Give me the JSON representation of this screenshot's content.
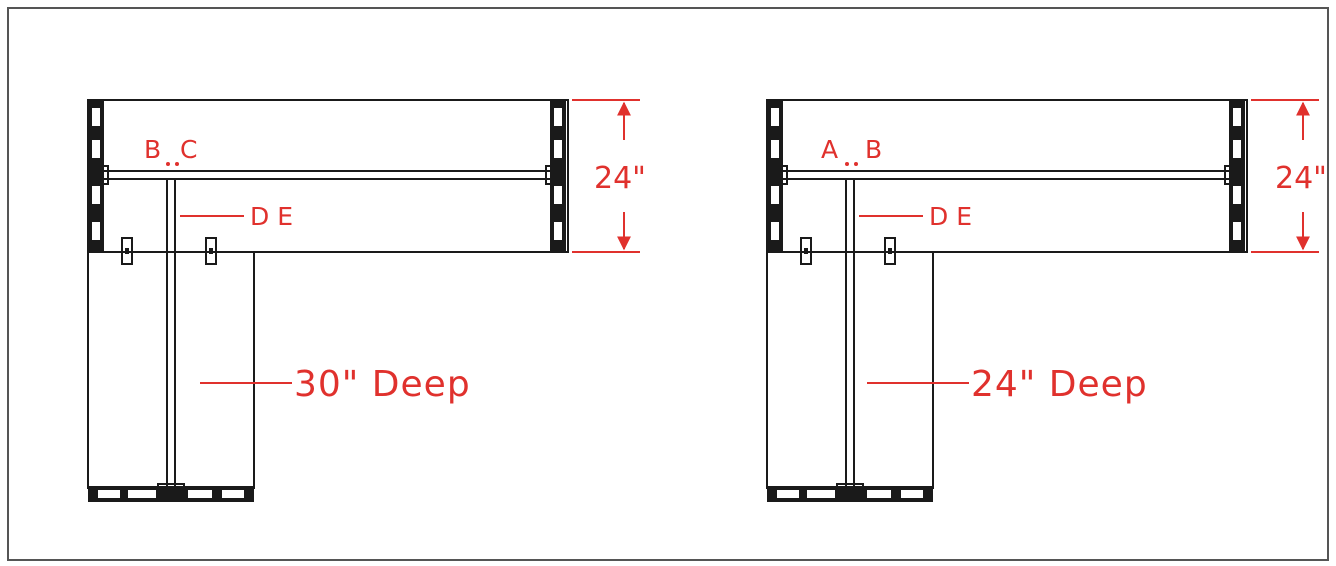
{
  "colors": {
    "line": "#1a1a1a",
    "dimension": "#e0312d",
    "background": "#ffffff"
  },
  "desks": [
    {
      "bracket_labels": [
        "B",
        "C"
      ],
      "rail_label": "D E",
      "return_depth": "30\" Deep",
      "top_depth": "24\""
    },
    {
      "bracket_labels": [
        "A",
        "B"
      ],
      "rail_label": "D E",
      "return_depth": "24\" Deep",
      "top_depth": "24\""
    }
  ]
}
